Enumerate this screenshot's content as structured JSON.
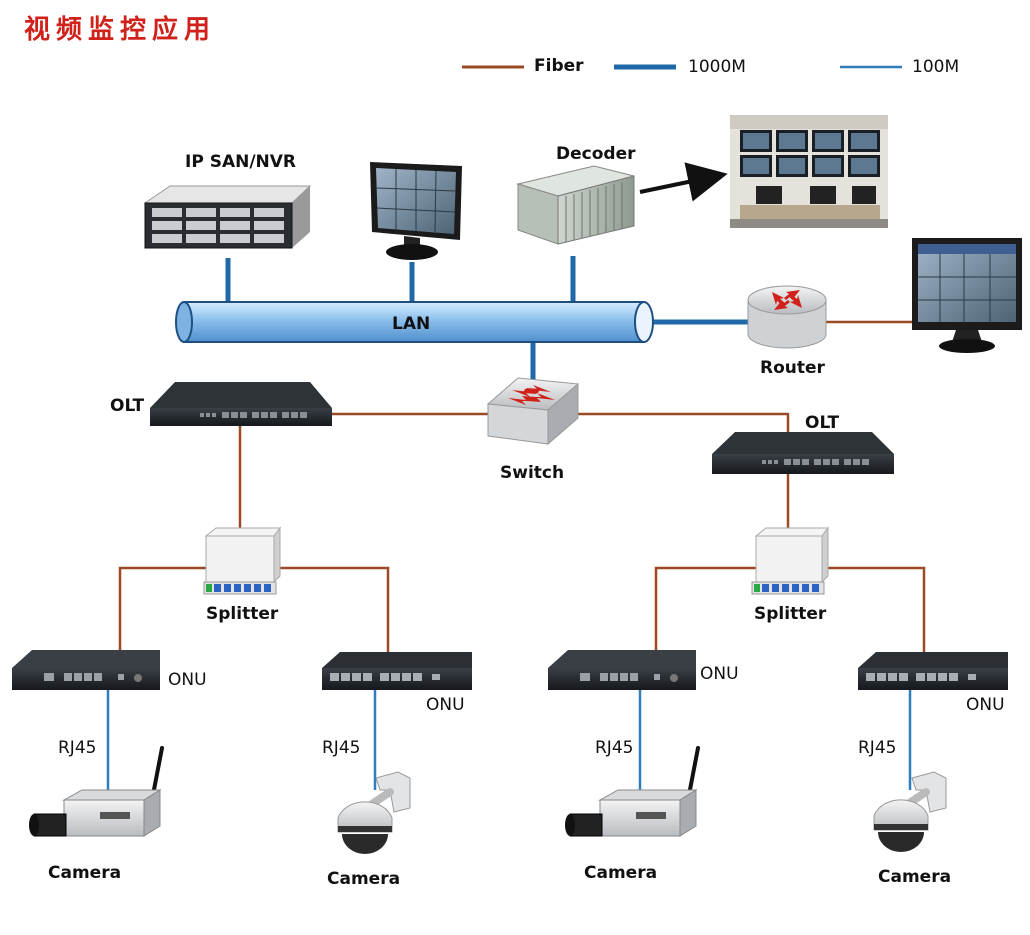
{
  "title": "视频监控应用",
  "legend": {
    "fiber": "Fiber",
    "gigabit": "1000M",
    "fast": "100M"
  },
  "colors": {
    "fiber": "#9a4a26",
    "gigabit": "#1f69a8",
    "fast": "#2f7fbf",
    "title": "#d0211b"
  },
  "labels": {
    "nvr": "IP SAN/NVR",
    "decoder": "Decoder",
    "lan": "LAN",
    "router": "Router",
    "switch": "Switch",
    "olt_left": "OLT",
    "olt_right": "OLT",
    "splitter_left": "Splitter",
    "splitter_right": "Splitter",
    "onu_1": "ONU",
    "onu_2": "ONU",
    "onu_3": "ONU",
    "onu_4": "ONU",
    "rj45_1": "RJ45",
    "rj45_2": "RJ45",
    "rj45_3": "RJ45",
    "rj45_4": "RJ45",
    "camera_1": "Camera",
    "camera_2": "Camera",
    "camera_3": "Camera",
    "camera_4": "Camera"
  },
  "icons": {
    "nvr": "server-rack-icon",
    "monitor": "monitor-icon",
    "decoder": "decoder-box-icon",
    "video_wall": "video-wall-room-icon",
    "router": "router-icon",
    "switch": "switch-icon",
    "olt": "olt-device-icon",
    "splitter": "splitter-icon",
    "onu": "onu-device-icon",
    "box_camera": "box-camera-icon",
    "dome_camera": "dome-camera-icon"
  }
}
